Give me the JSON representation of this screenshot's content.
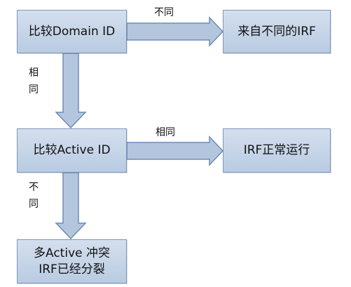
{
  "nodes": {
    "compare_domain": {
      "text": "比较Domain  ID"
    },
    "from_different_irf": {
      "text": "来自不同的IRF"
    },
    "compare_active": {
      "text": "比较Active  ID"
    },
    "irf_normal": {
      "text": "IRF正常运行"
    },
    "multi_active": {
      "line1": "多Active 冲突",
      "line2": "IRF已经分裂"
    }
  },
  "edges": {
    "domain_to_irf": {
      "label": "不同"
    },
    "domain_to_active": {
      "label_char1": "相",
      "label_char2": "同"
    },
    "active_to_normal": {
      "label": "相同"
    },
    "active_to_multi": {
      "label_char1": "不",
      "label_char2": "同"
    }
  },
  "colors": {
    "box_fill_top": "#d4dfee",
    "box_fill_bottom": "#b9cbe2",
    "box_border": "#7d96bb",
    "arrow_fill": "#b4c6de",
    "arrow_stroke": "#6f8cb5"
  }
}
